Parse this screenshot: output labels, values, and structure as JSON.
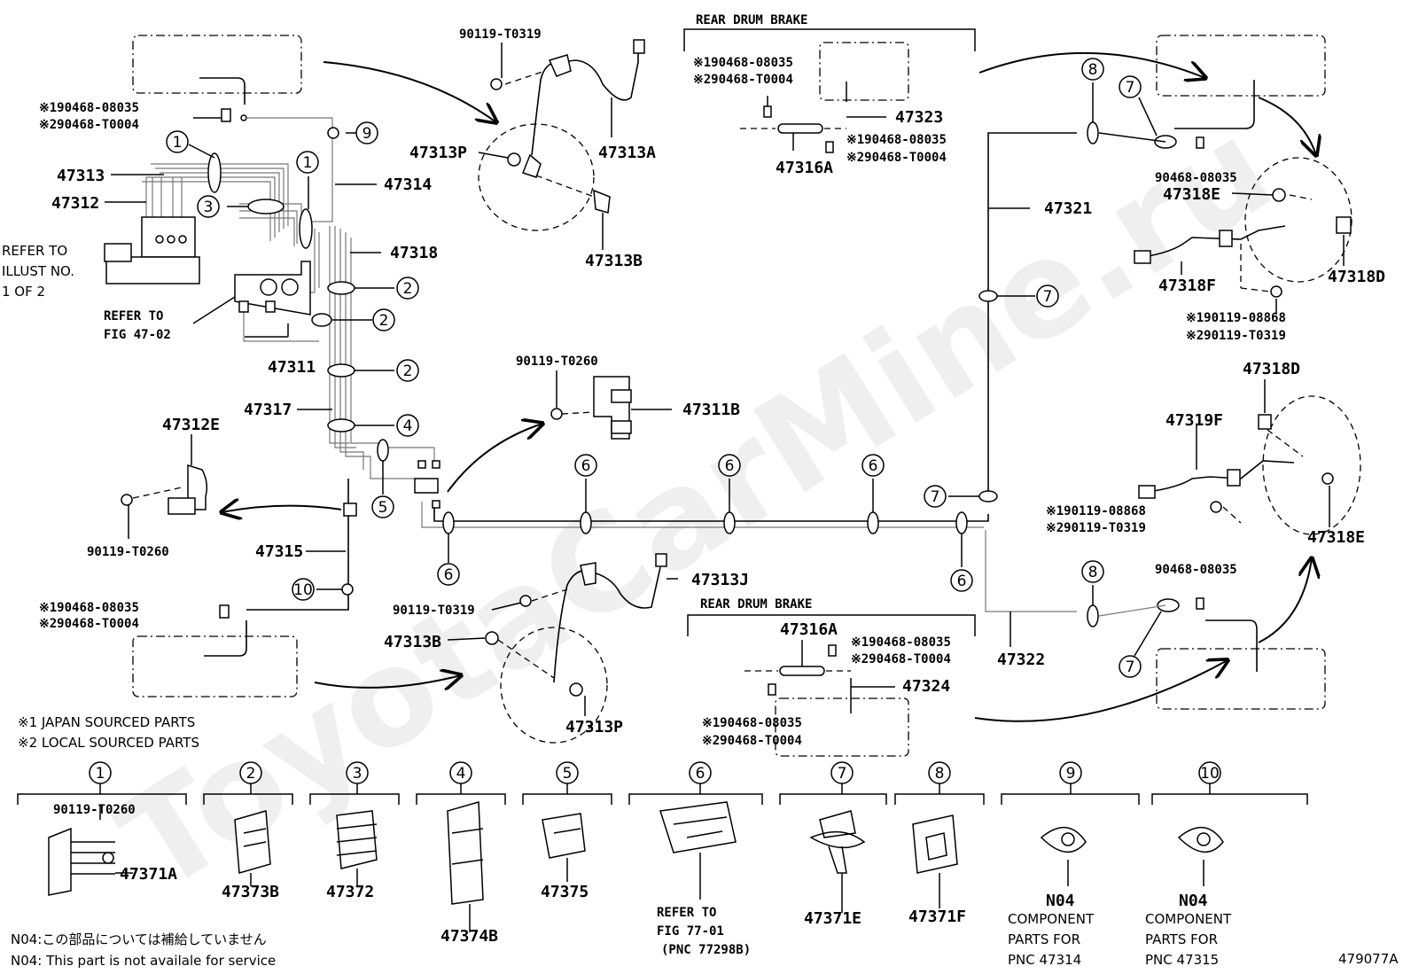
{
  "watermark": "ToyotaCarMine.ru",
  "figure_code": "479077A",
  "headings": {
    "rear_drum_brake_top": "REAR DRUM BRAKE",
    "rear_drum_brake_bottom": "REAR DRUM BRAKE"
  },
  "refer": {
    "illust_1": "REFER TO",
    "illust_2": "ILLUST NO.",
    "illust_3": "1 OF 2",
    "fig_1": "REFER TO",
    "fig_2": "FIG 47-02",
    "fig77_1": "REFER TO",
    "fig77_2": "FIG 77-01",
    "fig77_3": "(PNC 77298B)"
  },
  "parts": {
    "p47313": "47313",
    "p47312": "47312",
    "p47314": "47314",
    "p47318": "47318",
    "p47311": "47311",
    "p47317": "47317",
    "p47312E": "47312E",
    "p47315": "47315",
    "p90119_T0260_left": "90119-T0260",
    "p90119_T0319_top": "90119-T0319",
    "p47313P_top": "47313P",
    "p47313A": "47313A",
    "p47313B_top": "47313B",
    "p90119_T0260_mid": "90119-T0260",
    "p47311B": "47311B",
    "p47313J": "47313J",
    "p90119_T0319_bot": "90119-T0319",
    "p47313B_bot": "47313B",
    "p47313P_bot": "47313P",
    "p47323": "47323",
    "p47316A_top": "47316A",
    "p47321": "47321",
    "p47316A_bot": "47316A",
    "p47324": "47324",
    "p47322": "47322",
    "p90468_08035_top": "90468-08035",
    "p47318E_top": "47318E",
    "p47318F": "47318F",
    "p47318D_top": "47318D",
    "p47318D_mid": "47318D",
    "p47319F": "47319F",
    "p47318E_bot": "47318E",
    "p90468_08035_bot": "90468-08035"
  },
  "marked": {
    "left_top_1": "※190468-08035",
    "left_top_2": "※290468-T0004",
    "left_bot_1": "※190468-08035",
    "left_bot_2": "※290468-T0004",
    "rt_a1": "※190468-08035",
    "rt_a2": "※290468-T0004",
    "rt_b1": "※190468-08035",
    "rt_b2": "※290468-T0004",
    "rb_a1": "※190468-08035",
    "rb_a2": "※290468-T0004",
    "rb_b1": "※190468-08035",
    "rb_b2": "※290468-T0004",
    "far_r1": "※190119-08868",
    "far_r2": "※290119-T0319",
    "far_r3": "※190119-08868",
    "far_r4": "※290119-T0319"
  },
  "notes": {
    "japan": "※1 JAPAN SOURCED PARTS",
    "local": "※2 LOCAL SOURCED PARTS",
    "n04_jp": "N04:この部品については補給していません",
    "n04_en": "N04: This part is not availale for service"
  },
  "callouts": {
    "c1": "1",
    "c2": "2",
    "c3": "3",
    "c4": "4",
    "c5": "5",
    "c6": "6",
    "c7": "7",
    "c8": "8",
    "c9": "9",
    "c10": "10"
  },
  "legend": [
    {
      "num": "1",
      "label": "47371A",
      "sub": "90119-T0260"
    },
    {
      "num": "2",
      "label": "47373B"
    },
    {
      "num": "3",
      "label": "47372"
    },
    {
      "num": "4",
      "label": "47374B"
    },
    {
      "num": "5",
      "label": "47375"
    },
    {
      "num": "6"
    },
    {
      "num": "7",
      "label": "47371E"
    },
    {
      "num": "8",
      "label": "47371F"
    },
    {
      "num": "9",
      "label": "N04",
      "l1": "COMPONENT",
      "l2": "PARTS FOR",
      "l3": "PNC 47314"
    },
    {
      "num": "10",
      "label": "N04",
      "l1": "COMPONENT",
      "l2": "PARTS FOR",
      "l3": "PNC 47315"
    }
  ]
}
